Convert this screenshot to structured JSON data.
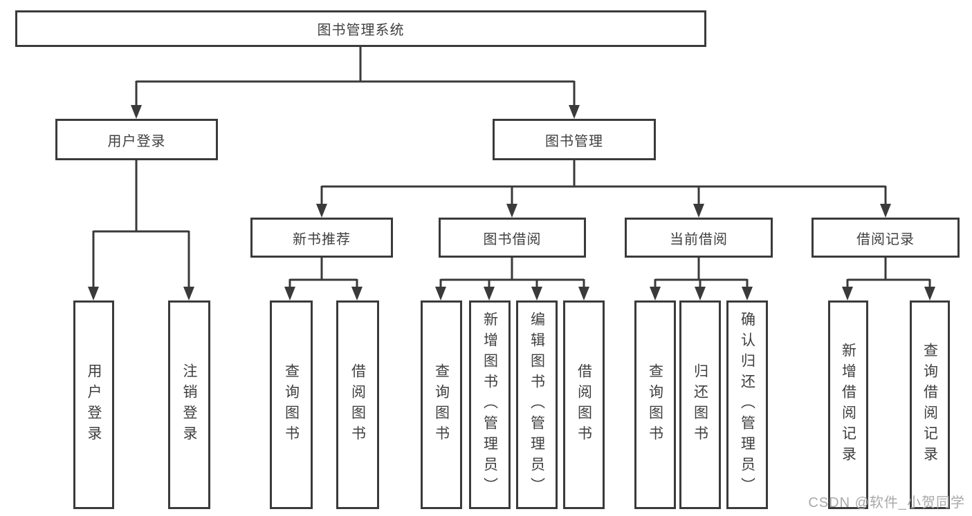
{
  "diagram": {
    "root": {
      "label": "图书管理系统"
    },
    "level2": [
      {
        "label": "用户登录"
      },
      {
        "label": "图书管理"
      }
    ],
    "level3": [
      {
        "label": "新书推荐",
        "parent": "图书管理"
      },
      {
        "label": "图书借阅",
        "parent": "图书管理"
      },
      {
        "label": "当前借阅",
        "parent": "图书管理"
      },
      {
        "label": "借阅记录",
        "parent": "图书管理"
      }
    ],
    "leaves": [
      {
        "label": "用户登录",
        "parent": "用户登录"
      },
      {
        "label": "注销登录",
        "parent": "用户登录"
      },
      {
        "label": "查询图书",
        "parent": "新书推荐"
      },
      {
        "label": "借阅图书",
        "parent": "新书推荐"
      },
      {
        "label": "查询图书",
        "parent": "图书借阅"
      },
      {
        "label": "新增图书（管理员）",
        "parent": "图书借阅"
      },
      {
        "label": "编辑图书（管理员）",
        "parent": "图书借阅"
      },
      {
        "label": "借阅图书",
        "parent": "图书借阅"
      },
      {
        "label": "查询图书",
        "parent": "当前借阅"
      },
      {
        "label": "归还图书",
        "parent": "当前借阅"
      },
      {
        "label": "确认归还（管理员）",
        "parent": "当前借阅"
      },
      {
        "label": "新增借阅记录",
        "parent": "借阅记录"
      },
      {
        "label": "查询借阅记录",
        "parent": "借阅记录"
      }
    ]
  },
  "watermark": "CSDN @软件_小贺同学",
  "colors": {
    "line": "#3a3a3a",
    "text": "#3f3f3f",
    "background": "#ffffff",
    "watermark": "#a9a9a9"
  }
}
